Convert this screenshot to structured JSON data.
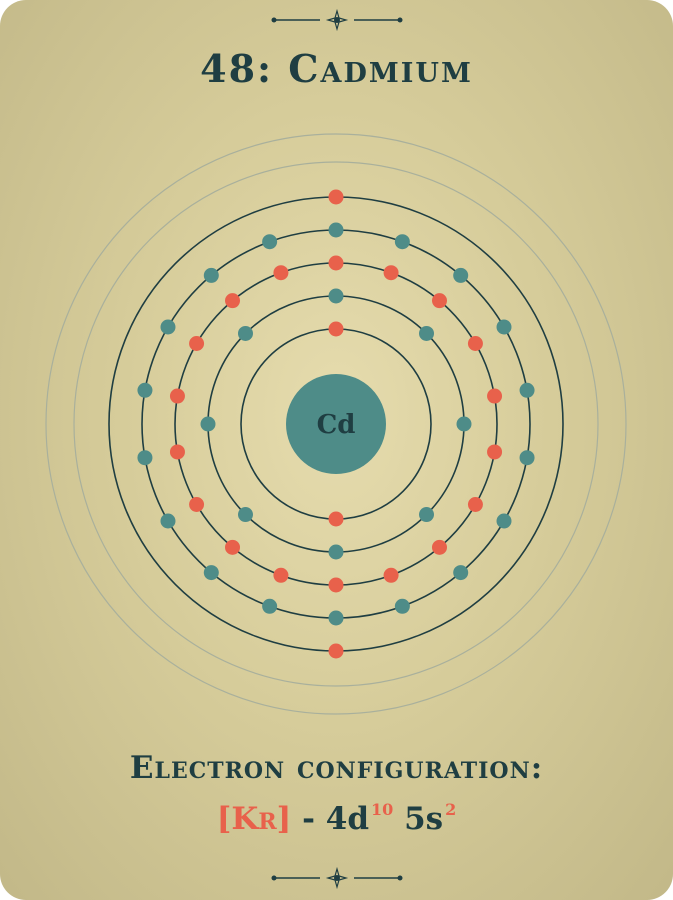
{
  "element": {
    "title": "48: Cadmium",
    "symbol": "Cd"
  },
  "electron_configuration": {
    "label": "Electron configuration:",
    "core": "[Kr]",
    "separator": "-",
    "orbitals": [
      {
        "name": "4d",
        "count": "10"
      },
      {
        "name": "5s",
        "count": "2"
      }
    ]
  },
  "shells": [
    {
      "electrons": 2
    },
    {
      "electrons": 8
    },
    {
      "electrons": 18
    },
    {
      "electrons": 18
    },
    {
      "electrons": 2
    }
  ],
  "colors": {
    "card": "#d6cc9a",
    "text": "#1f3e42",
    "orbit": "#1f3e42",
    "electron_teal": "#4e8c88",
    "electron_red": "#e8614b",
    "nucleus": "#4e8c88",
    "decor_ring": "#a9b09c"
  }
}
